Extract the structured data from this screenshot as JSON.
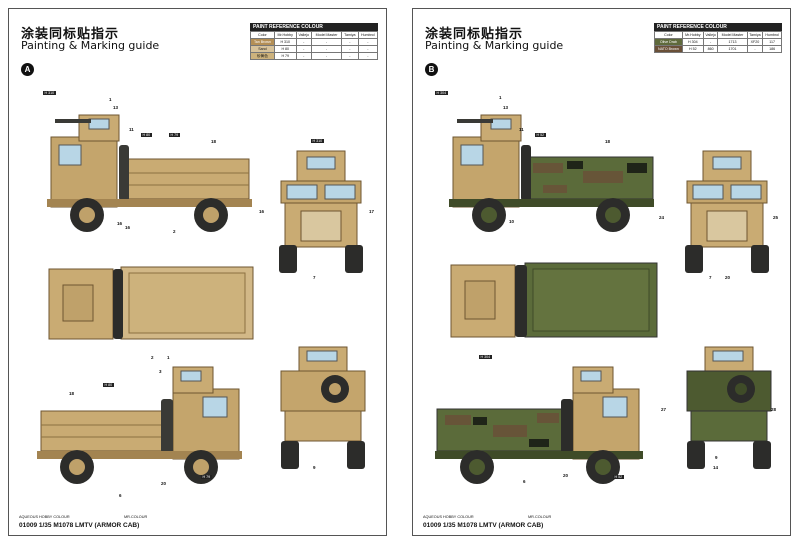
{
  "sheets": [
    {
      "title_cn": "涂装同标贴指示",
      "title_en": "Painting & Marking guide",
      "scheme": "A",
      "ref_title": "PAINT REFERENCE COLOUR",
      "ref_headers": [
        "Color",
        "Mr.Hobby",
        "Vallejo",
        "Model Master",
        "Tamiya",
        "Humbrol"
      ],
      "ref_rows": [
        {
          "name": "Tan Brown",
          "mrhobby": "H 310",
          "vallejo": "-",
          "modelmaster": "-",
          "tamiya": "-",
          "humbrol": "-",
          "color": "#b48f55"
        },
        {
          "name": "Sand",
          "mrhobby": "H 80",
          "vallejo": "-",
          "modelmaster": "-",
          "tamiya": "-",
          "humbrol": "-",
          "color": "#d8c39a"
        },
        {
          "name": "砂黄色",
          "mrhobby": "H 79",
          "vallejo": "-",
          "modelmaster": "-",
          "tamiya": "-",
          "humbrol": "-",
          "color": "#cdb27c"
        }
      ],
      "footer_note": "AQUEOUS HOBBY COLOUR",
      "footer_note2": "MR.COLOUR",
      "footer_code": "01009 1/35   M1078 LMTV   (ARMOR CAB)",
      "callouts": [
        "H 310",
        "H 80",
        "H 79",
        "H 310",
        "H 80",
        "H 79"
      ],
      "numbers": [
        "1",
        "13",
        "11",
        "16",
        "18",
        "2",
        "17",
        "7",
        "16",
        "16",
        "9",
        "20",
        "6",
        "18",
        "3",
        "2",
        "1"
      ]
    },
    {
      "title_cn": "涂装同标贴指示",
      "title_en": "Painting & Marking guide",
      "scheme": "B",
      "ref_title": "PAINT REFERENCE COLOUR",
      "ref_headers": [
        "Color",
        "Mr.Hobby",
        "Vallejo",
        "Model Master",
        "Tamiya",
        "Humbrol"
      ],
      "ref_rows": [
        {
          "name": "Olive Drab",
          "mrhobby": "H 304",
          "vallejo": "-",
          "modelmaster": "1713",
          "tamiya": "XF20",
          "humbrol": "117",
          "color": "#5f6a3c"
        },
        {
          "name": "NATO Brown",
          "mrhobby": "H 52",
          "vallejo": "860",
          "modelmaster": "1701",
          "tamiya": "-",
          "humbrol": "186",
          "color": "#6a5038"
        }
      ],
      "footer_note": "AQUEOUS HOBBY COLOUR",
      "footer_note2": "MR.COLOUR",
      "footer_code": "01009 1/35   M1078 LMTV   (ARMOR CAB)",
      "callouts": [
        "H 304",
        "H 52",
        "H 304",
        "H 52"
      ],
      "numbers": [
        "1",
        "13",
        "11",
        "10",
        "18",
        "24",
        "25",
        "7",
        "20",
        "27",
        "28",
        "9",
        "14",
        "6",
        "20"
      ]
    }
  ],
  "colors": {
    "tan": "#c9ab73",
    "tan_dark": "#9c7f4d",
    "green": "#5b6b3a",
    "green_dark": "#3f4b28",
    "tire": "#2c2c2a"
  }
}
